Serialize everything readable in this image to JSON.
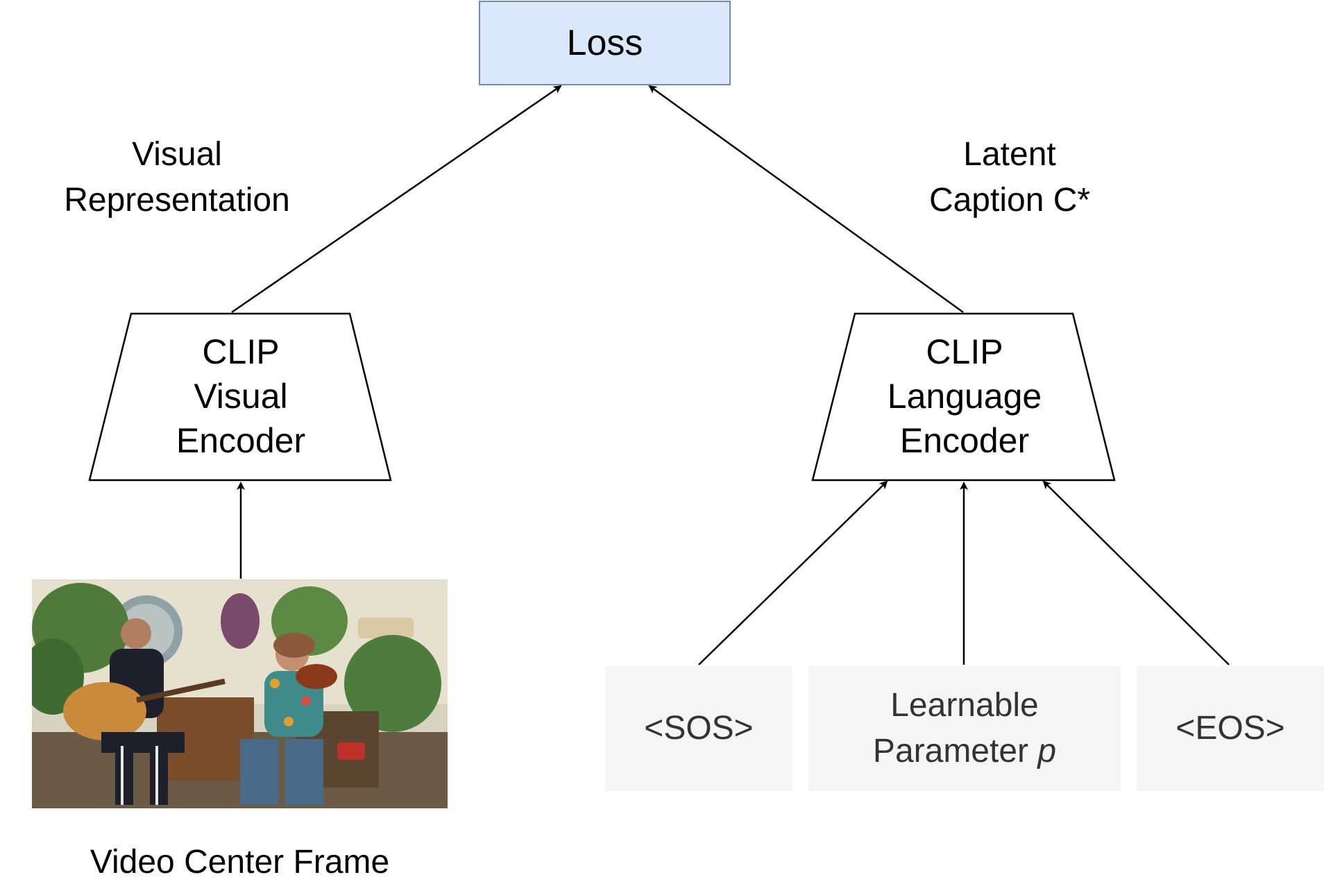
{
  "loss": {
    "label": "Loss"
  },
  "visual_branch": {
    "output_label": [
      "Visual",
      "Representation"
    ],
    "encoder_label": [
      "CLIP",
      "Visual",
      "Encoder"
    ],
    "input_caption": "Video Center Frame"
  },
  "language_branch": {
    "output_label": [
      "Latent",
      "Caption C*"
    ],
    "encoder_label": [
      "CLIP",
      "Language",
      "Encoder"
    ],
    "tokens": {
      "sos": "<SOS>",
      "param_line1": "Learnable",
      "param_line2": "Parameter",
      "param_symbol": "p",
      "eos": "<EOS>"
    }
  },
  "colors": {
    "loss_fill": "#dae8fc",
    "loss_border": "#6c8ebf",
    "token_fill": "#f5f5f5",
    "line": "#000000"
  }
}
